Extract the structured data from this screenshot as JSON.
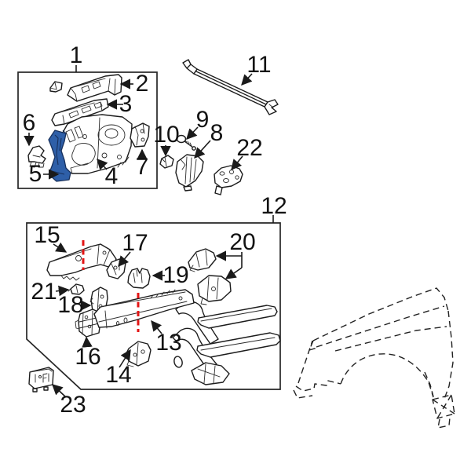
{
  "diagram": {
    "colors": {
      "line": "#1c1c1c",
      "highlight_blue": "#2e5fa8",
      "highlight_blue_dark": "#17305c",
      "callout_red": "#e31414",
      "background": "#ffffff"
    },
    "highlighted_part_label": "5",
    "labels": {
      "p1": "1",
      "p2": "2",
      "p3": "3",
      "p4": "4",
      "p5": "5",
      "p6": "6",
      "p7": "7",
      "p8": "8",
      "p9": "9",
      "p10": "10",
      "p11": "11",
      "p12": "12",
      "p13": "13",
      "p14": "14",
      "p15": "15",
      "p16": "16",
      "p17": "17",
      "p18": "18",
      "p19": "19",
      "p20": "20",
      "p21": "21",
      "p22": "22",
      "p23": "23"
    }
  }
}
